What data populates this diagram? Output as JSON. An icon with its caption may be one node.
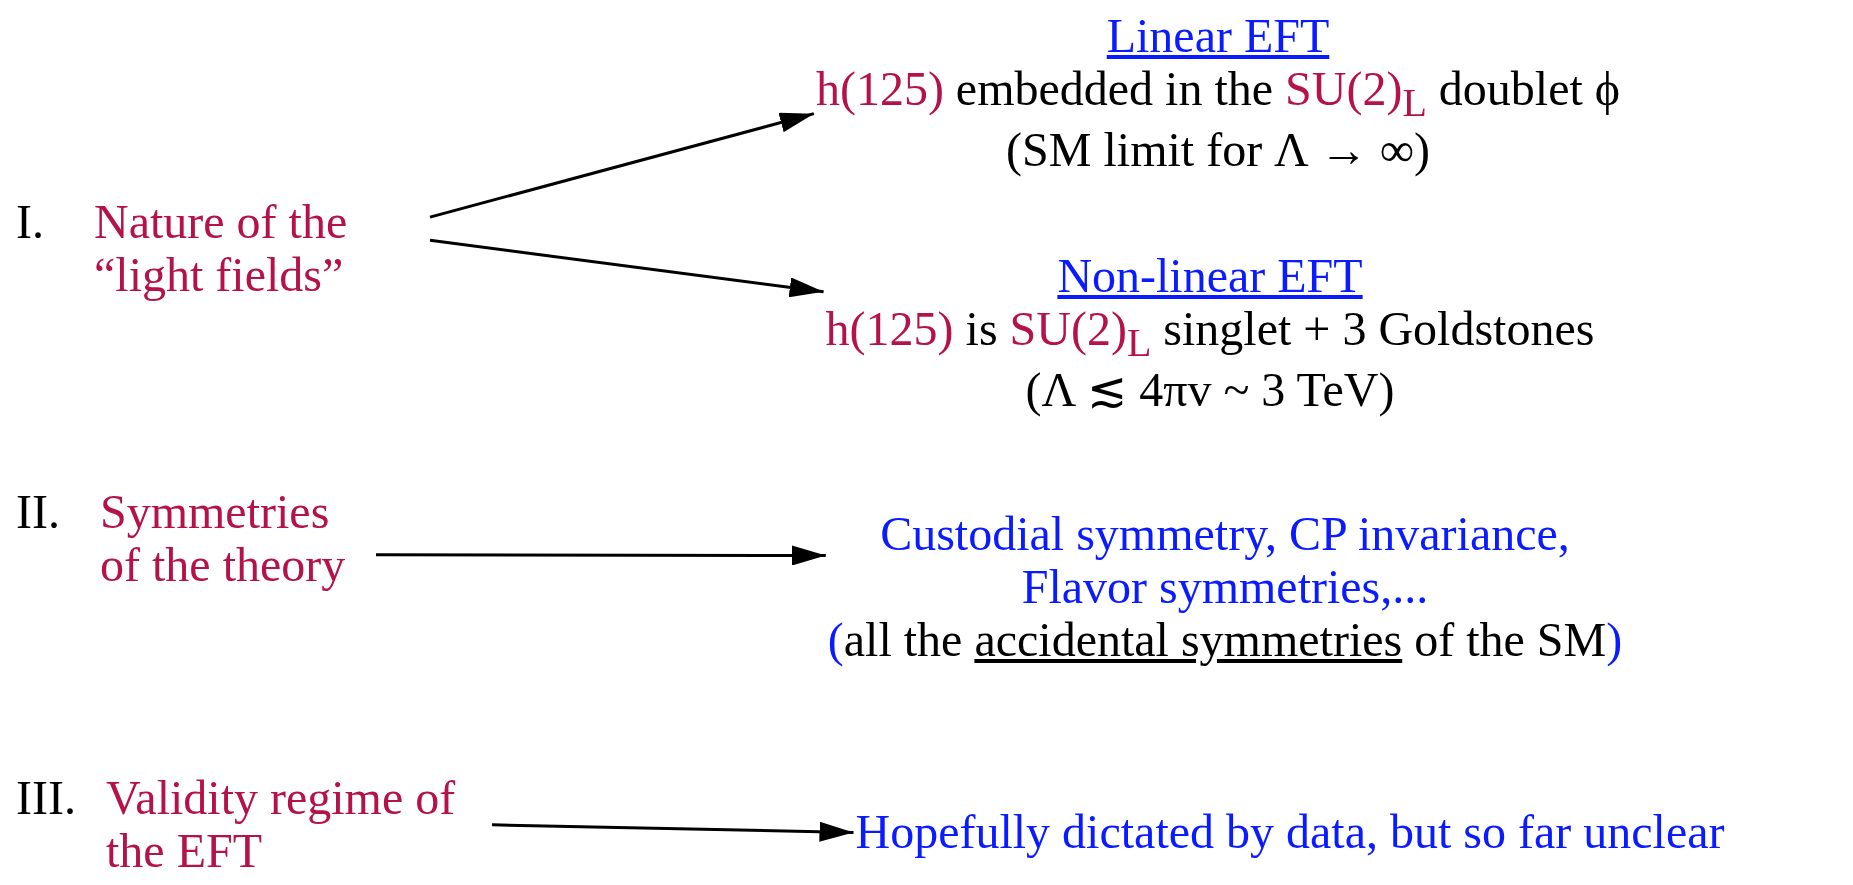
{
  "diagram": {
    "nodes": [
      {
        "text": [
          "I.",
          "Nature of the “light fields”"
        ]
      },
      {
        "text": [
          "Linear EFT",
          "h(125)",
          "embedded in the",
          "SU(2)$_{L}$",
          "doublet ϕ",
          "(SM limit for Λ → ∞)"
        ]
      },
      {
        "text": [
          "Non-linear EFT",
          "h(125)",
          "is",
          "SU(2)$_{L}$",
          "singlet + 3 Goldstones",
          "(Λ ≲ 4πv ~ 3 TeV)"
        ]
      },
      {
        "text": [
          "II.",
          "Symmetries of the theory"
        ]
      },
      {
        "text": [
          "Custodial symmetry, CP invariance, Flavor symmetries,...",
          "(",
          "all the",
          "accidental symmetries",
          "of the SM",
          ")"
        ]
      },
      {
        "text": [
          "III.",
          "Validity regime of the EFT"
        ]
      },
      {
        "text": [
          "Hopefully dictated by data, but so far unclear"
        ]
      }
    ],
    "edges": [
      {
        "from": 0,
        "to": 1,
        "arrow": "to"
      },
      {
        "from": 0,
        "to": 2,
        "arrow": "to"
      },
      {
        "from": 3,
        "to": 4,
        "arrow": "to"
      },
      {
        "from": 5,
        "to": 6,
        "arrow": "to"
      }
    ]
  }
}
